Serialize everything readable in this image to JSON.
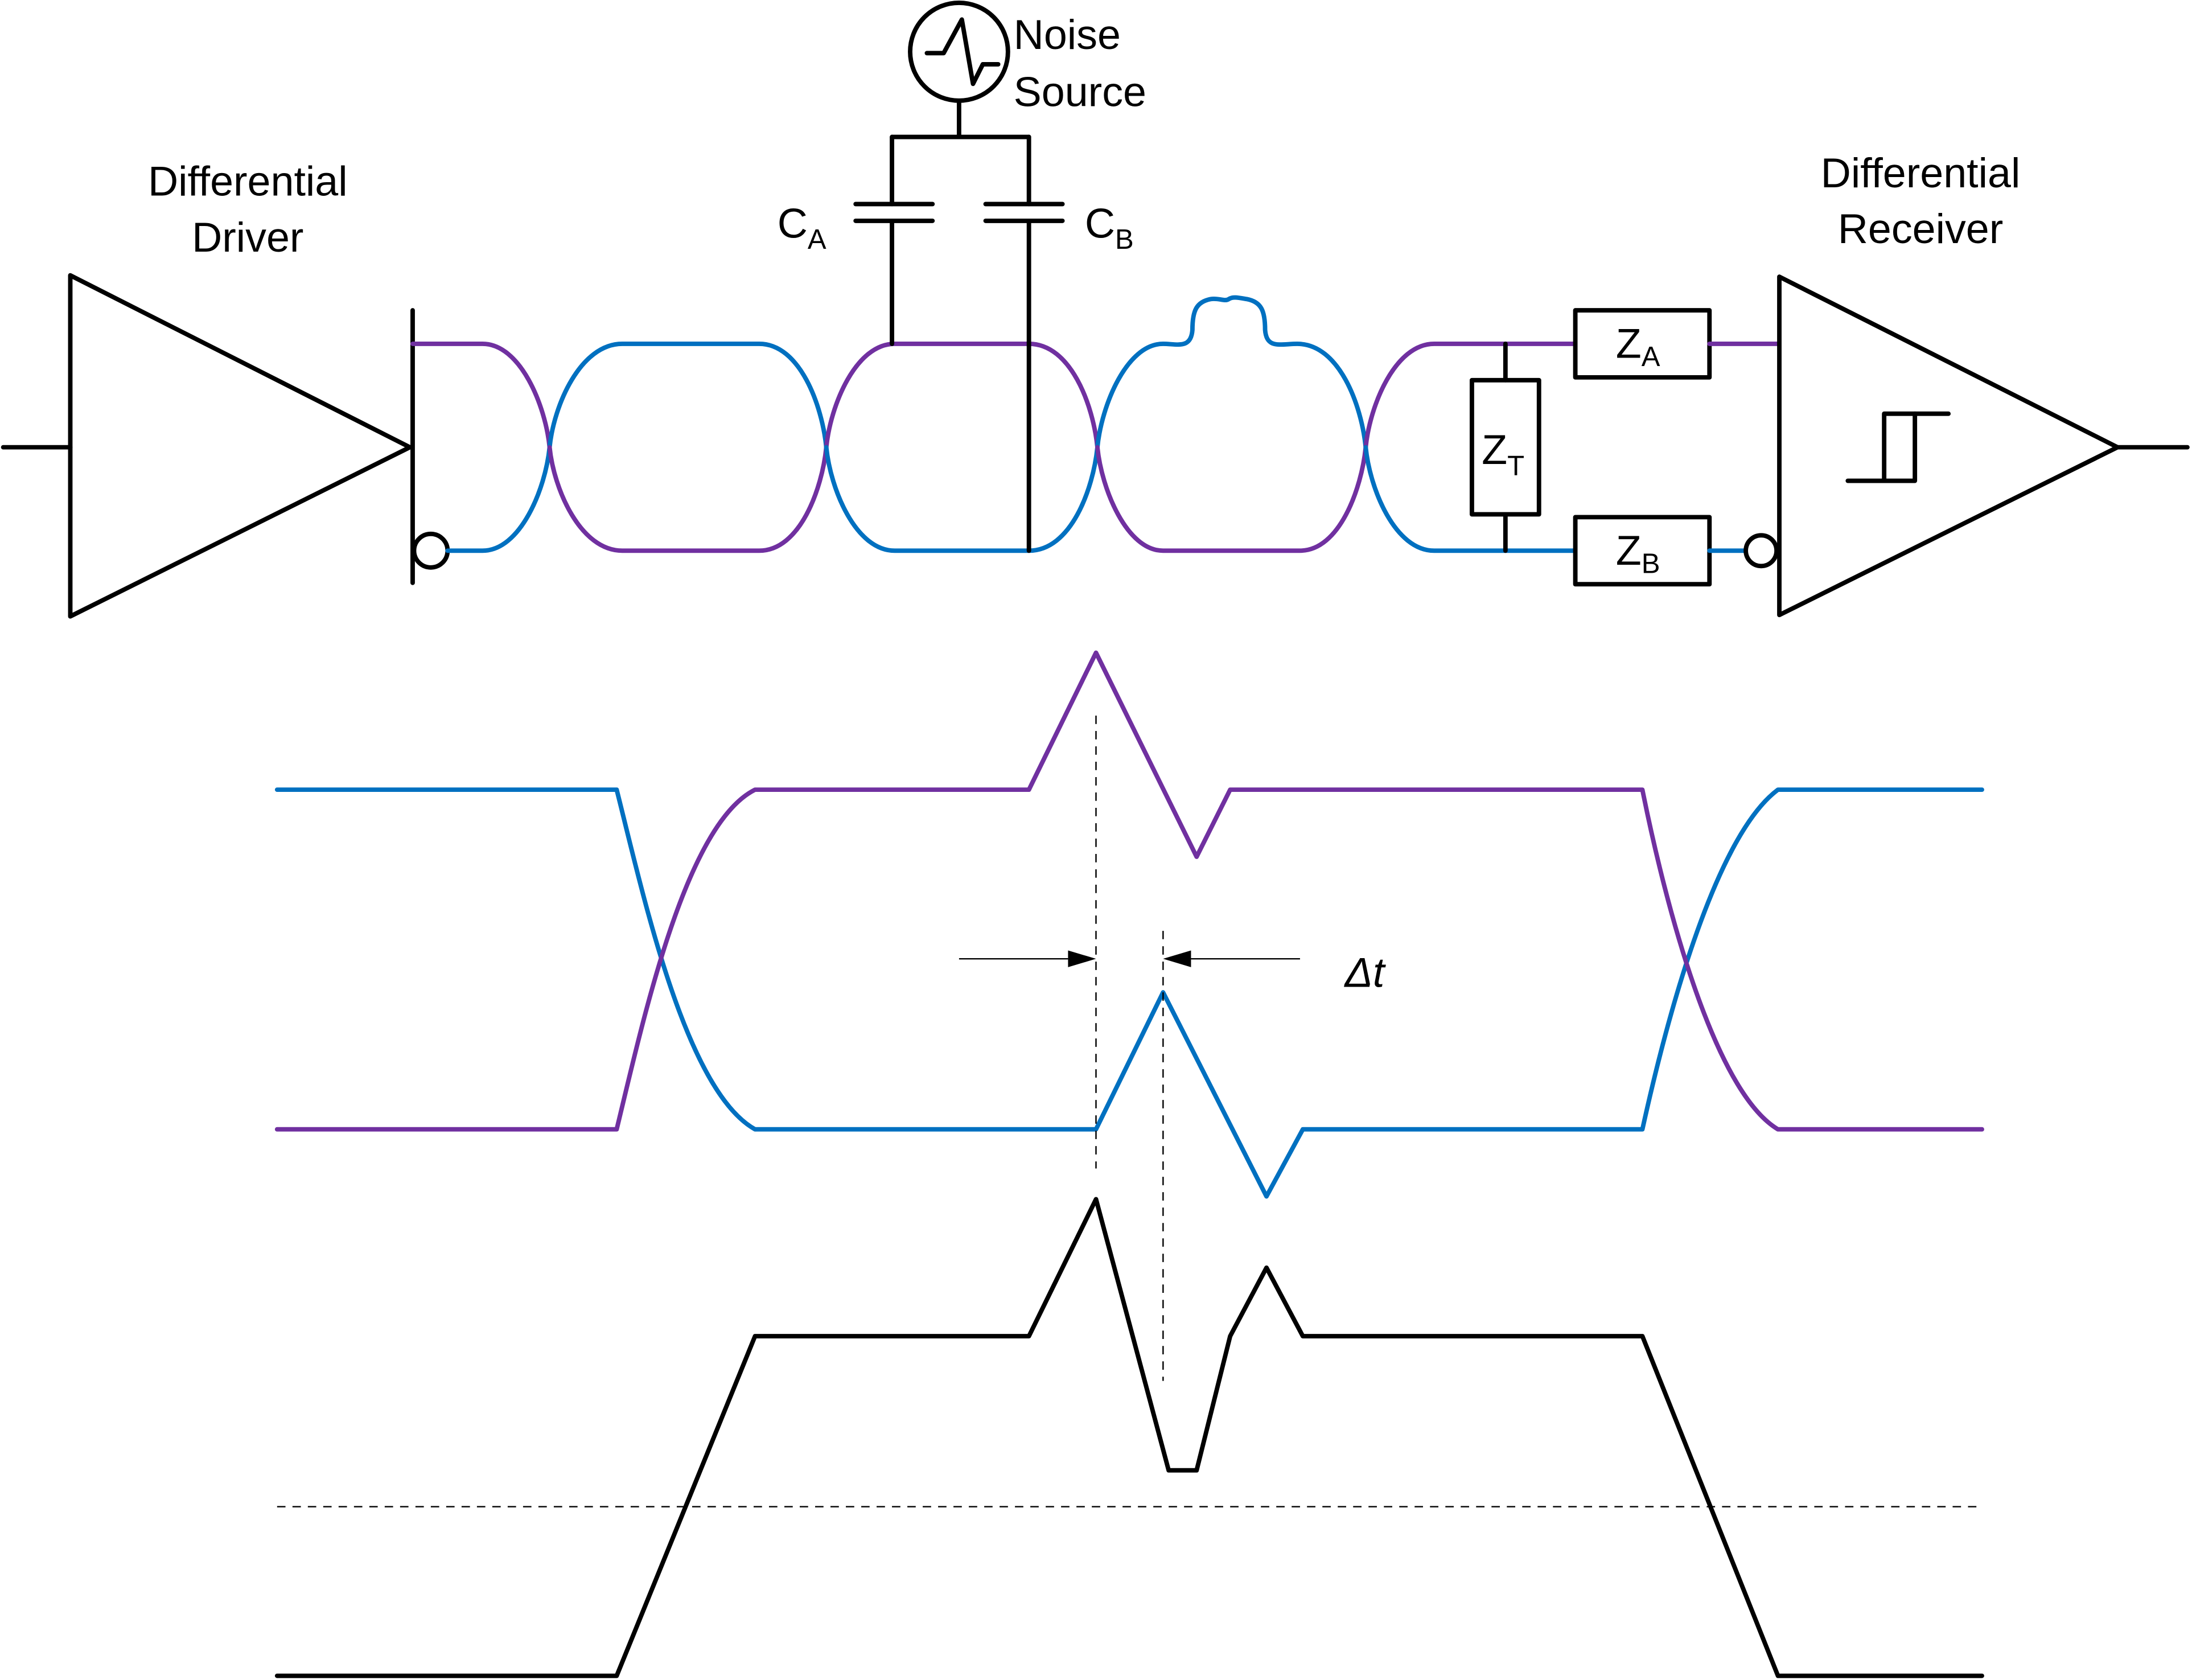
{
  "colors": {
    "signal_a": "#7030A0",
    "signal_b": "#0070C0",
    "differential": "#000000"
  },
  "labels": {
    "driver_line1": "Differential",
    "driver_line2": "Driver",
    "receiver_line1": "Differential",
    "receiver_line2": "Receiver",
    "noise_line1": "Noise",
    "noise_line2": "Source",
    "cap_a_main": "C",
    "cap_a_sub": "A",
    "cap_b_main": "C",
    "cap_b_sub": "B",
    "z_a_main": "Z",
    "z_a_sub": "A",
    "z_b_main": "Z",
    "z_b_sub": "B",
    "z_t_main": "Z",
    "z_t_sub": "T",
    "delta_t": "Δt"
  },
  "icons": {
    "noise": "noise-pulse-icon",
    "hysteresis": "schmitt-hysteresis-icon"
  }
}
